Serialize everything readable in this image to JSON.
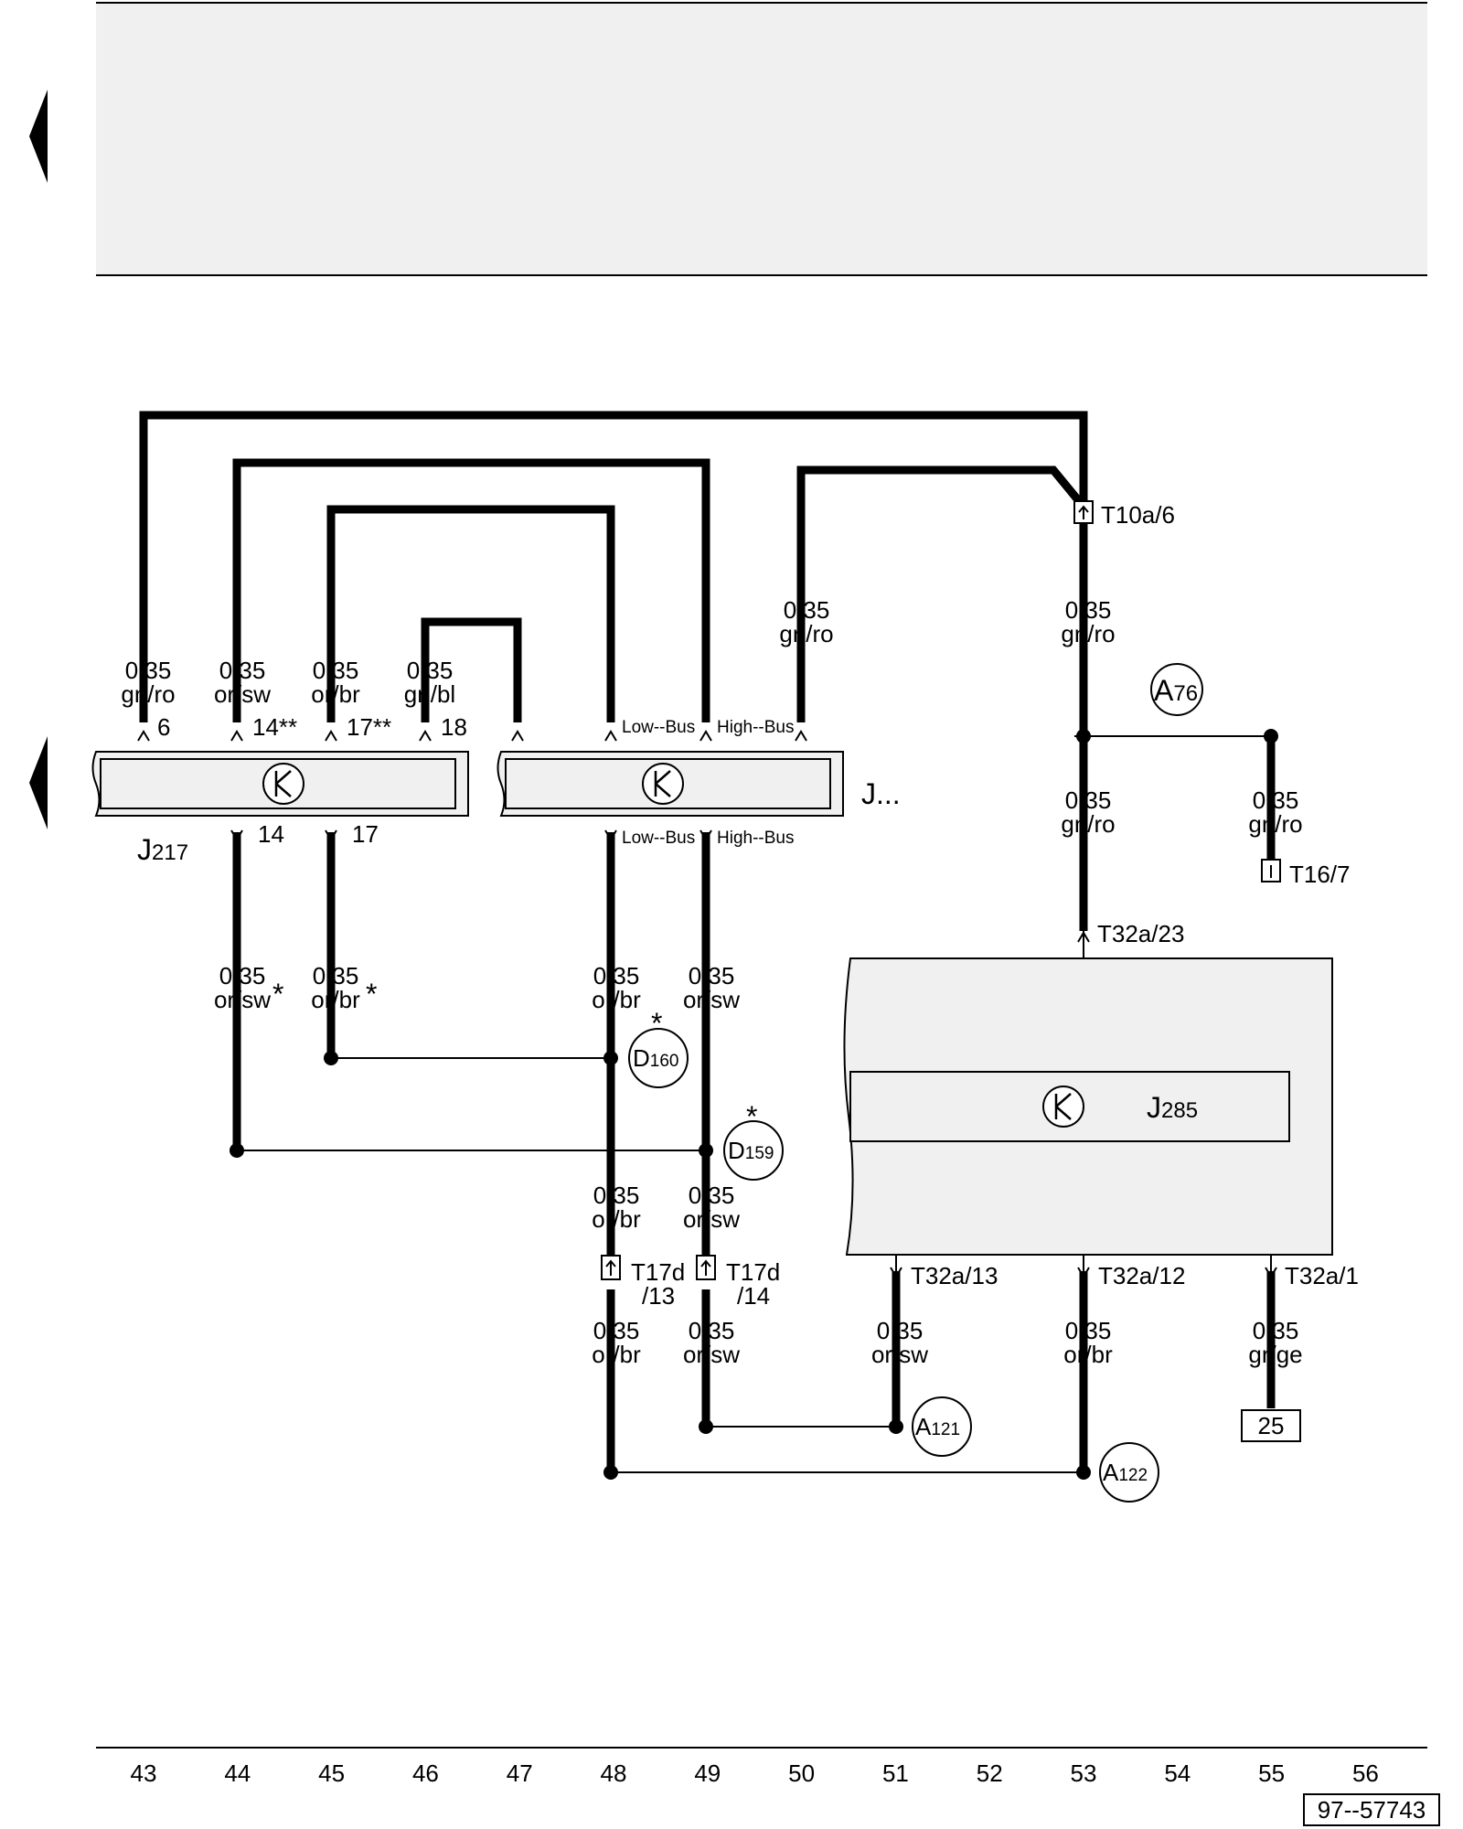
{
  "components": {
    "j217": {
      "main": "J",
      "sub": "217"
    },
    "j_other": "J...",
    "j285": {
      "main": "J",
      "sub": "285"
    }
  },
  "wires": {
    "w43_top": [
      "0,35",
      "gn/ro"
    ],
    "w44_top": [
      "0,35",
      "or/sw"
    ],
    "w45_top": [
      "0,35",
      "or/br"
    ],
    "w46_top": [
      "0,35",
      "gn/bl"
    ],
    "w50_top": [
      "0,35",
      "gn/ro"
    ],
    "w53_top": [
      "0,35",
      "gn/ro"
    ],
    "w53_mid": [
      "0,35",
      "gn/ro"
    ],
    "w55_mid": [
      "0,35",
      "gn/ro"
    ],
    "w44_low": [
      "0,35",
      "or/sw"
    ],
    "w45_low": [
      "0,35",
      "or/br"
    ],
    "w48_low": [
      "0,35",
      "or/br"
    ],
    "w49_low": [
      "0,35",
      "or/sw"
    ],
    "w48_c": [
      "0,35",
      "or/br"
    ],
    "w49_c": [
      "0,35",
      "or/sw"
    ],
    "w48_d": [
      "0,35",
      "or/br"
    ],
    "w49_d": [
      "0,35",
      "or/sw"
    ],
    "w51_d": [
      "0,35",
      "or/sw"
    ],
    "w53_d": [
      "0,35",
      "or/br"
    ],
    "w55_d": [
      "0,35",
      "gr/ge"
    ]
  },
  "pins": {
    "p6": "6",
    "p14a": "14",
    "p17a": "17",
    "p18": "18",
    "stars": "**",
    "p14b": "14",
    "p17b": "17",
    "low_bus": "Low--Bus",
    "high_bus": "High--Bus"
  },
  "connectors": {
    "t10a": "T10a/6",
    "t16": "T16/7",
    "t32a23": "T32a/23",
    "t32a13": "T32a/13",
    "t32a12": "T32a/12",
    "t32a1": "T32a/1",
    "t17d_a": "T17d",
    "t17d_a2": "/13",
    "t17d_b": "T17d",
    "t17d_b2": "/14"
  },
  "nodes": {
    "a76": {
      "main": "A",
      "sub": "76"
    },
    "d160": {
      "main": "D",
      "sub": "160"
    },
    "d159": {
      "main": "D",
      "sub": "159"
    },
    "a121": {
      "main": "A",
      "sub": "121"
    },
    "a122": {
      "main": "A",
      "sub": "122"
    }
  },
  "star": "*",
  "ref_box": "25",
  "current_tracks": [
    "43",
    "44",
    "45",
    "46",
    "47",
    "48",
    "49",
    "50",
    "51",
    "52",
    "53",
    "54",
    "55",
    "56"
  ],
  "doc_number": "97--57743"
}
